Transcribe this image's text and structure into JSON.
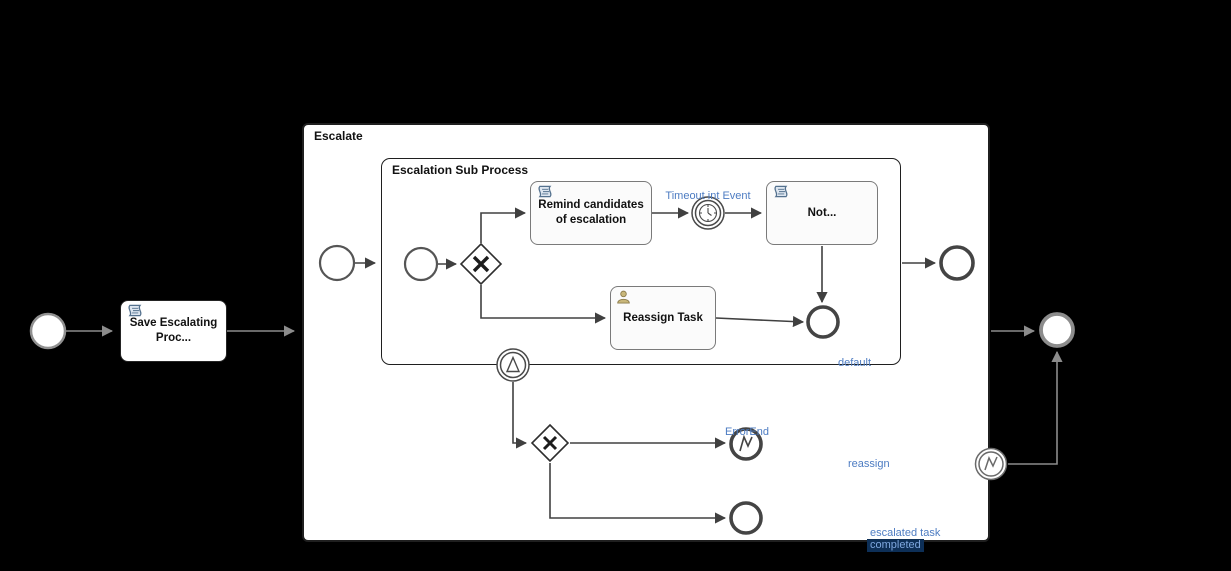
{
  "diagram": {
    "containers": {
      "escalate": {
        "title": "Escalate"
      },
      "sub_process": {
        "title": "Escalation Sub Process"
      }
    },
    "tasks": {
      "save": {
        "label": "Save Escalating Proc...",
        "icon": "script-icon"
      },
      "remind": {
        "label": "Remind candidates of escalation",
        "icon": "script-icon"
      },
      "notify": {
        "label": "Not...",
        "icon": "script-icon"
      },
      "reassign": {
        "label": "Reassign Task",
        "icon": "user-icon"
      }
    },
    "labels": {
      "timeout": "Timeout int Event",
      "default_flow": "default",
      "error_end": "ErrorEnd",
      "reassign_flow": "reassign",
      "escalated_task": "escalated task",
      "completed": "completed"
    },
    "icons": {
      "script": "script-icon",
      "user": "user-icon",
      "timer": "clock-icon",
      "escalation": "triangle-up-icon",
      "error": "lightning-icon",
      "gateway_marker": "x-marker-icon"
    },
    "colors": {
      "background": "#000000",
      "shape_fill": "#ffffff",
      "task_fill": "#fbfbfb",
      "stroke_dark": "#404040",
      "stroke_gray": "#8c8c8c",
      "label_blue": "#4d7cc2",
      "selection_bg": "#0d2f57",
      "script_icon": "#54718e",
      "user_icon": "#c9b77a"
    }
  }
}
